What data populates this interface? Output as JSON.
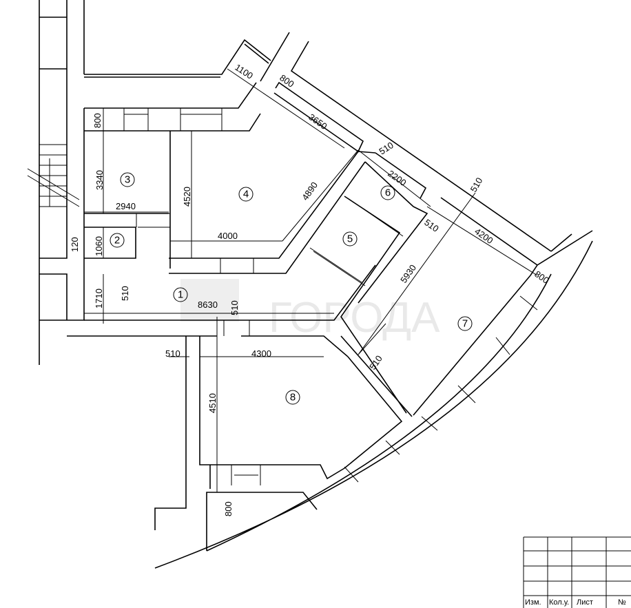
{
  "watermark": "ГОРОДА",
  "rooms": [
    "1",
    "2",
    "3",
    "4",
    "5",
    "6",
    "7",
    "8"
  ],
  "dimensions": {
    "d1100": "1100",
    "d800_top": "800",
    "d3650": "3650",
    "d510_a": "510",
    "d2200": "2200",
    "d510_b": "510",
    "d510_c": "510",
    "d4200": "4200",
    "d800_right": "800",
    "d5930": "5930",
    "d4890": "4890",
    "d4520": "4520",
    "d3340": "3340",
    "d800_left": "800",
    "d2940": "2940",
    "d4000": "4000",
    "d1060": "1060",
    "d120": "120",
    "d510_d": "510",
    "d1710": "1710",
    "d8630": "8630",
    "d510_e": "510",
    "d510_f": "510",
    "d4300": "4300",
    "d4510": "4510",
    "d800_bottom": "800",
    "d510_g": "510"
  },
  "title_block": {
    "col1": "Изм.",
    "col2": "Кол.у.",
    "col3": "Лист",
    "col4": "№"
  }
}
